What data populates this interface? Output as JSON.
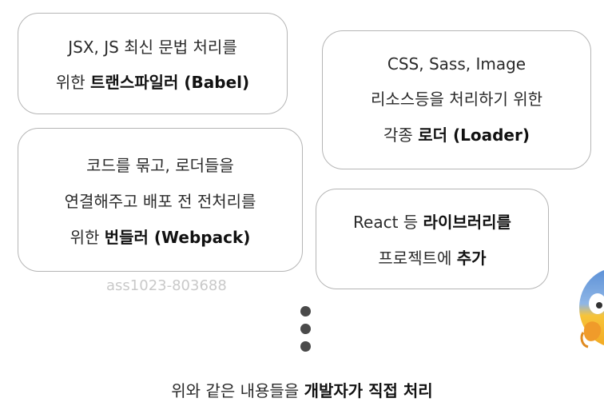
{
  "boxes": {
    "babel": {
      "line1": "JSX, JS 최신 문법 처리를",
      "line2_plain": "위한 ",
      "line2_bold": "트랜스파일러 (Babel)"
    },
    "webpack": {
      "line1": "코드를 묶고, 로더들을",
      "line2": "연결해주고 배포 전 전처리를",
      "line3_plain": "위한 ",
      "line3_bold": "번들러 (Webpack)"
    },
    "loader": {
      "line1": "CSS, Sass, Image",
      "line2": "리소스등을 처리하기 위한",
      "line3_plain": "각종 ",
      "line3_bold": "로더 (Loader)"
    },
    "react": {
      "line1_plain": "React 등 ",
      "line1_bold": "라이브러리를",
      "line2_plain": "프로젝트에 ",
      "line2_bold": "추가"
    }
  },
  "watermark": "ass1023-803688",
  "footer": {
    "plain": "위와 같은 내용들을 ",
    "bold": "개발자가 직접 처리"
  },
  "icons": {
    "ellipsis": "vertical-ellipsis-icon",
    "emoji": "screaming-face-emoji-icon"
  },
  "colors": {
    "box_border": "#b5b5b5",
    "dots": "#4a4a4a",
    "emoji_yellow": "#f7c43a",
    "emoji_blue": "#5a8fd6"
  }
}
